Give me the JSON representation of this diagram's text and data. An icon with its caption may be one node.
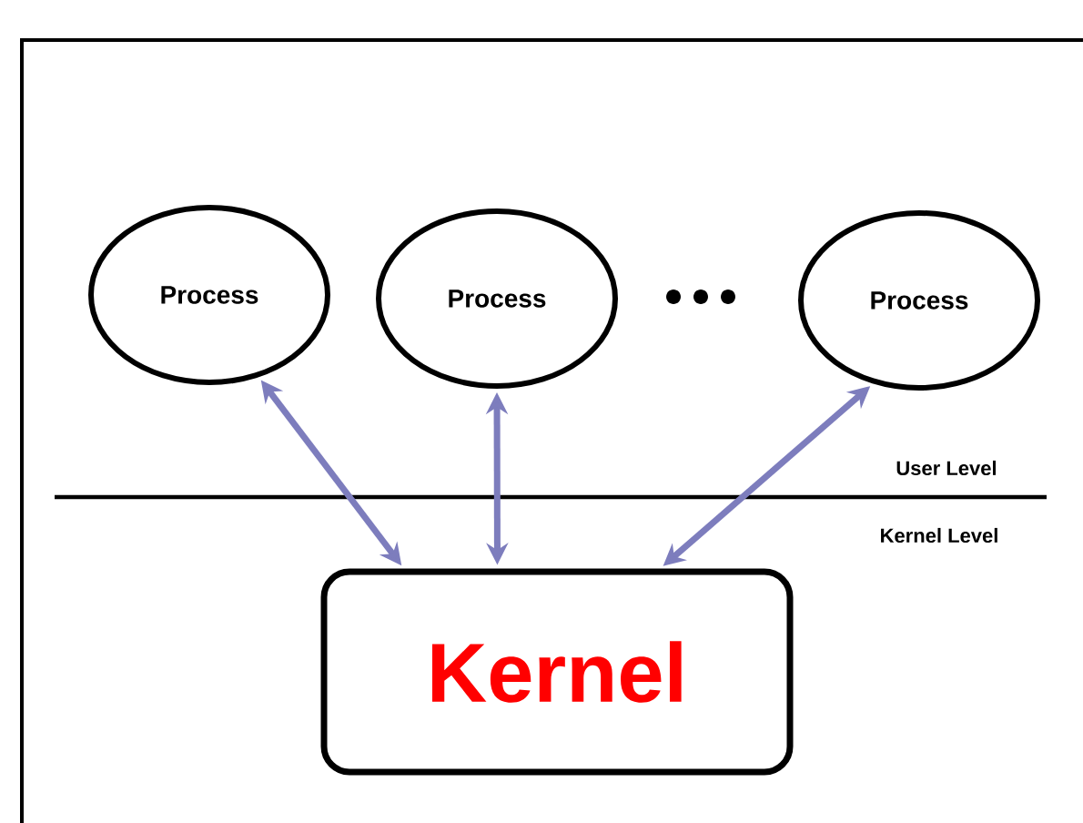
{
  "diagram": {
    "nodes": [
      {
        "text": [
          "Process"
        ]
      },
      {
        "text": [
          "Process"
        ]
      },
      {
        "text": [
          "Process"
        ]
      },
      {
        "text": [
          "Kernel"
        ]
      }
    ],
    "edges": [
      {
        "from": 0,
        "to": 3,
        "arrow": "both"
      },
      {
        "from": 1,
        "to": 3,
        "arrow": "both"
      },
      {
        "from": 2,
        "to": 3,
        "arrow": "both"
      }
    ],
    "labels": [
      "User Level",
      "Kernel Level"
    ]
  }
}
